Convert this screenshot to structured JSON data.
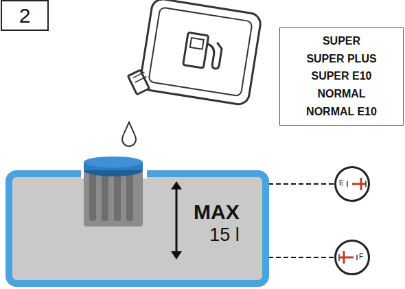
{
  "diagram": {
    "nodes": [
      {
        "text": [
          "2"
        ]
      },
      {
        "text": [
          "SUPER",
          "SUPER PLUS",
          "SUPER E10",
          "NORMAL",
          "NORMAL E10"
        ]
      },
      {
        "text": [
          "MAX",
          "15 l"
        ]
      },
      {
        "text": [
          "E"
        ]
      },
      {
        "text": [
          "F"
        ]
      }
    ],
    "edges": [
      {
        "from": 2,
        "to": 3,
        "arrow": "none"
      },
      {
        "from": 2,
        "to": 4,
        "arrow": "none"
      }
    ]
  }
}
